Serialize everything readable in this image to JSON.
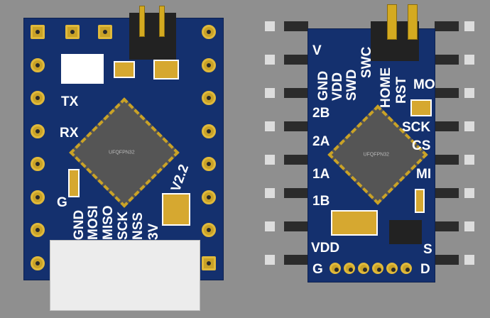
{
  "left_board": {
    "chip_marking": "UFQFPN32",
    "version": "V2.2",
    "side_labels": [
      "TX",
      "RX",
      "G"
    ],
    "bottom_labels": [
      "GND",
      "MOSI",
      "MISO",
      "SCK",
      "NSS",
      "3V"
    ]
  },
  "right_board": {
    "chip_marking": "UFQFPN32",
    "top_labels": [
      "GND",
      "VDD",
      "SWD",
      "SWC",
      "HOME",
      "RST"
    ],
    "left_labels": [
      "V",
      "2B",
      "2A",
      "1A",
      "1B",
      "VDD",
      "G"
    ],
    "right_labels": [
      "MO",
      "SCK",
      "CS",
      "MI",
      "S",
      "D"
    ]
  },
  "colors": {
    "pcb": "#14306e",
    "gold": "#c9a227",
    "background": "#8f8f8f"
  }
}
